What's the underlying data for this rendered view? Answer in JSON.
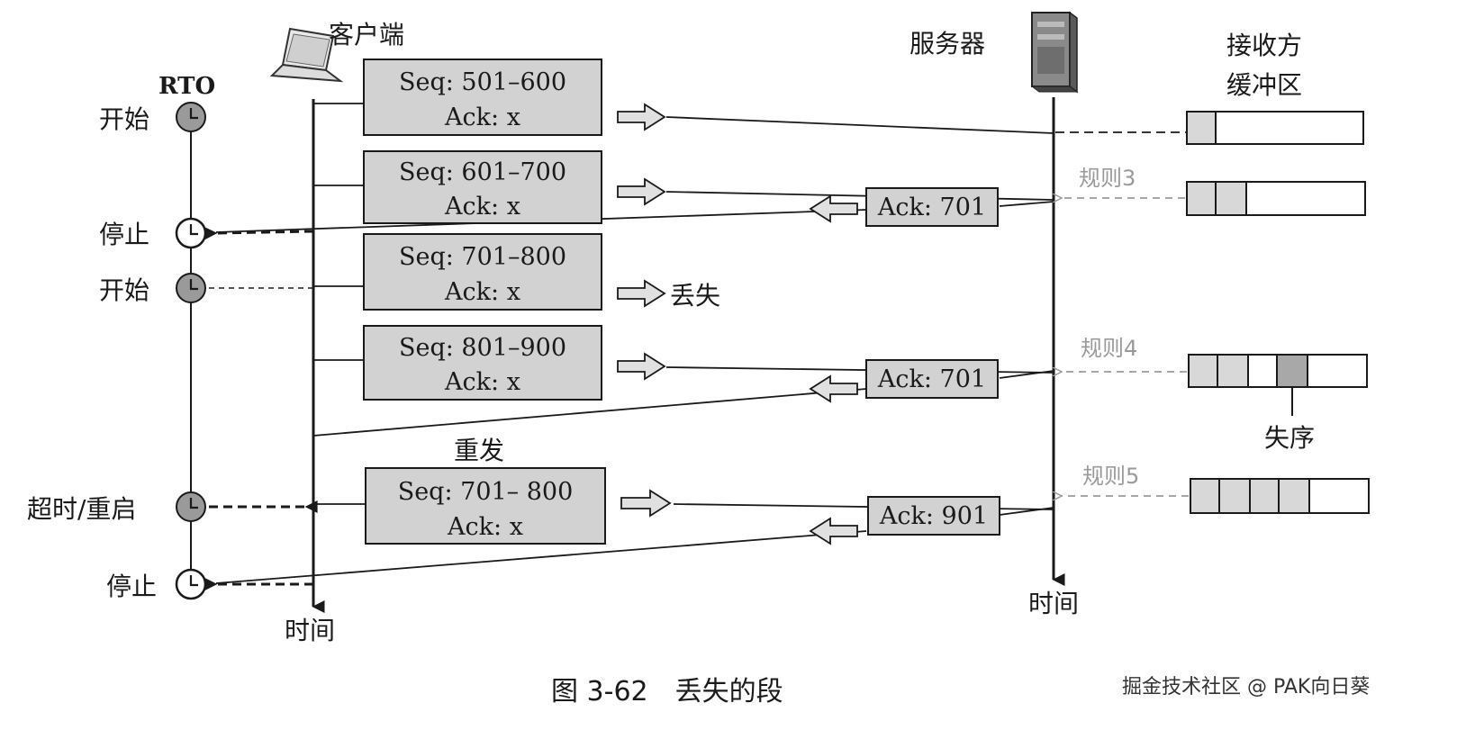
{
  "client_label": "客户端",
  "server_label": "服务器",
  "receiver_label": [
    "接收方",
    "缓冲区"
  ],
  "time_label": "时间",
  "rto_label": "RTO",
  "timer_labels": [
    "开始",
    "停止",
    "开始",
    "超时/重启",
    "停止"
  ],
  "segments": [
    {
      "seq": "Seq: 501–600",
      "ack": "Ack: x"
    },
    {
      "seq": "Seq: 601–700",
      "ack": "Ack: x"
    },
    {
      "seq": "Seq: 701–800",
      "ack": "Ack: x"
    },
    {
      "seq": "Seq: 801–900",
      "ack": "Ack: x"
    },
    {
      "seq": "Seq: 701– 800",
      "ack": "Ack: x"
    }
  ],
  "lost_label": "丢失",
  "resend_label": "重发",
  "acks": [
    "Ack: 701",
    "Ack: 701",
    "Ack: 901"
  ],
  "rules": [
    "规则3",
    "规则4",
    "规则5"
  ],
  "out_of_order_label": "失序",
  "caption": "图 3-62　丢失的段",
  "watermark": "掘金技术社区 @ PAK向日葵",
  "colors": {
    "box_fill": "#d2d2d2",
    "cell_fill": "#d8d8d8",
    "cell_dark": "#a8a8a8",
    "clock_dark": "#9a9a9a",
    "stroke": "#1a1a1a",
    "rule_gray": "#9a9a9a"
  }
}
